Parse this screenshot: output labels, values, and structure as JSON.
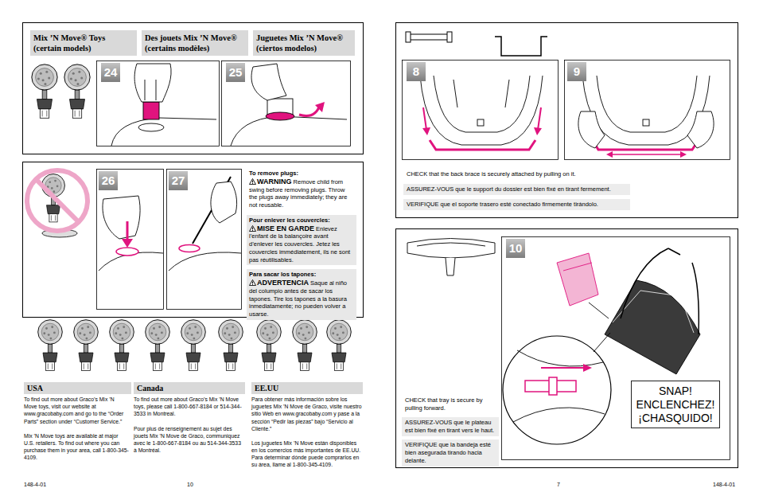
{
  "diagram": {
    "nodes": [
      {
        "text": [
          "Mix ’N Move® Toys (certain models)"
        ]
      },
      {
        "text": [
          "Des jouets Mix ’N Move® (certains modèles)"
        ]
      },
      {
        "text": [
          "Juguetes Mix ’N Move® (ciertos modelos)"
        ]
      },
      {
        "text": [
          "24"
        ]
      },
      {
        "text": [
          "25"
        ]
      },
      {
        "text": [
          "26"
        ]
      },
      {
        "text": [
          "27"
        ]
      },
      {
        "text": [
          "USA"
        ]
      },
      {
        "text": [
          "Canada"
        ]
      },
      {
        "text": [
          "EE.UU"
        ]
      },
      {
        "text": [
          "8"
        ]
      },
      {
        "text": [
          "9"
        ]
      },
      {
        "text": [
          "CHECK that the back brace is securely attached by pulling on it."
        ]
      },
      {
        "text": [
          "ASSUREZ-VOUS que le support du dossier est bien fixé en tirant fermement."
        ]
      },
      {
        "text": [
          "VERIFIQUE que el soporte trasero esté conectado firmemente tirándolo."
        ]
      },
      {
        "text": [
          "10"
        ]
      },
      {
        "text": [
          "SNAP! ENCLENCHEZ! ¡CHASQUIDO!"
        ]
      },
      {
        "text": [
          "CHECK that tray is secure by pulling forward."
        ]
      },
      {
        "text": [
          "ASSUREZ-VOUS que le plateau est bien fixé en tirant vers le haut."
        ]
      },
      {
        "text": [
          "VERIFIQUE que la bandeja esté bien asegurada tirando hacia delante."
        ]
      }
    ],
    "labels": [
      "To remove plugs:",
      "WARNING",
      "Remove child from swing before removing plugs. Throw the plugs away immediately; they are not reusable.",
      "Pour enlever les couvercles:",
      "MISE EN GARDE",
      "Enlevez l’enfant de la balançoire avant d’enlever les couvercles. Jetez les couvercles immédiatement, ils ne sont pas réutilisables.",
      "Para sacar los tapones:",
      "ADVERTENCIA",
      "Saque al niño del columpio antes de sacar los tapones. Tire los tapones a la basura inmediatamente; no pueden volver a usarse.",
      "To find out more about Graco’s Mix ’N Move toys, visit our website at www.gracobaby.com and go to the “Order Parts” section under “Customer Service.”",
      "Mix ’N Move toys are available at major U.S. retailers. To find out where you can purchase them in your area, call 1-800-345-4109.",
      "To find out more about Graco’s Mix ’N Move toys, please call 1-800-667-8184 or 514-344-3533 in Montreal.",
      "Pour plus de renseignement au sujet des jouets Mix ’N Move de Graco, communiquez avec le 1-800-667-8184 ou au 514-344-3533 à Montréal.",
      "Para obtener más información sobre los juguetes Mix ’N Move de Graco, visite nuestro sitio Web en www.gracobaby.com y pase a la sección “Pedir las piezas” bajo “Servicio al Cliente.”",
      "Los juguetes Mix ’N Move están disponibles en los comercios más importantes de EE.UU. Para determinar dónde puede comprarlos en su área, llame al 1-800-345-4109.",
      "148-4-01",
      "10",
      "7",
      "148-4-01"
    ]
  }
}
